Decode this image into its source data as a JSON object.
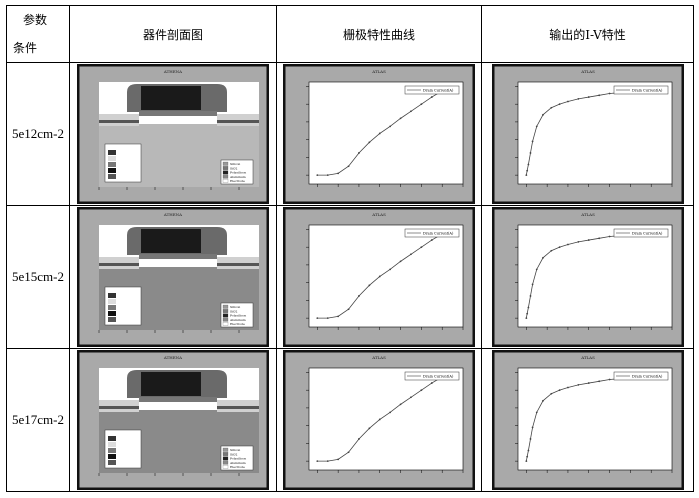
{
  "header": {
    "corner_top": "参数",
    "corner_bottom": "条件",
    "col1": "器件剖面图",
    "col2": "栅极特性曲线",
    "col3": "输出的I-V特性"
  },
  "rows": [
    {
      "condition": "5e12cm-2"
    },
    {
      "condition": "5e15cm-2"
    },
    {
      "condition": "5e17cm-2"
    }
  ],
  "figures": {
    "cross_title": "ATHENA",
    "curve_title": "ATLAS",
    "legend": "Drain Current(A)",
    "cross_legend": [
      "Silicon",
      "SiO2",
      "Polysilicon",
      "Aluminum",
      "Electrode"
    ]
  },
  "chart_data": [
    {
      "type": "line",
      "title": "ATLAS",
      "name": "transfer",
      "x": [
        0,
        0.25,
        0.5,
        0.75,
        1,
        1.25,
        1.5,
        1.75,
        2,
        2.25,
        2.5,
        2.75,
        3
      ],
      "y": [
        0,
        0,
        0.02,
        0.1,
        0.25,
        0.37,
        0.47,
        0.55,
        0.64,
        0.72,
        0.8,
        0.88,
        0.95
      ],
      "xlim": [
        -0.2,
        3.5
      ],
      "ylim": [
        -0.1,
        1.05
      ]
    },
    {
      "type": "line",
      "title": "ATLAS",
      "name": "output",
      "x": [
        0,
        0.02,
        0.05,
        0.1,
        0.15,
        0.25,
        0.4,
        0.6,
        0.8,
        1,
        1.25,
        1.5,
        1.75,
        2,
        2.25,
        2.5,
        2.75,
        3
      ],
      "y": [
        0,
        0.05,
        0.12,
        0.25,
        0.38,
        0.55,
        0.68,
        0.76,
        0.8,
        0.83,
        0.86,
        0.88,
        0.9,
        0.92,
        0.93,
        0.95,
        0.96,
        0.97
      ],
      "xlim": [
        -0.2,
        3.5
      ],
      "ylim": [
        -0.1,
        1.05
      ]
    }
  ]
}
